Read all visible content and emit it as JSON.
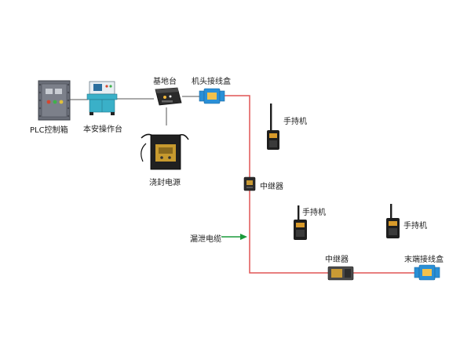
{
  "labels": {
    "plc": "PLC控制箱",
    "console": "本安操作台",
    "base_station": "基地台",
    "head_box": "机头接线盒",
    "power": "浇封电源",
    "radio1": "手持机",
    "repeater1": "中继器",
    "radio2": "手持机",
    "radio3": "手持机",
    "leaky_cable": "漏泄电缆",
    "repeater2": "中继器",
    "end_box": "末端接线盒"
  },
  "colors": {
    "cable_red": "#e05555",
    "connector_line": "#555555",
    "arrow_green": "#1a9a3a",
    "box_blue": "#2a8fd6",
    "cabinet_gray": "#6a6e78",
    "console_teal": "#3ab0c8",
    "radio_black": "#1e1e1e"
  }
}
